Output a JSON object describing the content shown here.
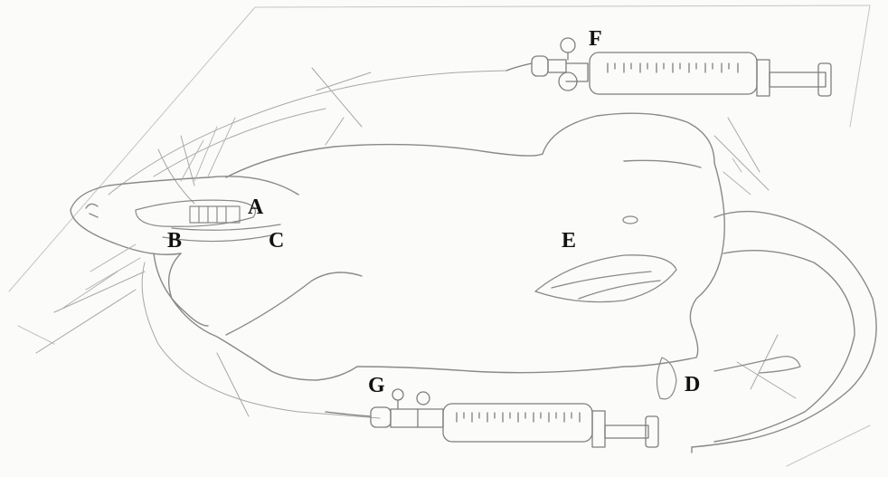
{
  "figure": {
    "labels": {
      "a": "A",
      "b": "B",
      "c": "C",
      "d": "D",
      "e": "E",
      "f": "F",
      "g": "G"
    }
  },
  "colors": {
    "paper": "#fbfbf9",
    "pencil": "#8a8a8a",
    "pencil_light": "#bdbdbd",
    "label_text": "#111111"
  }
}
